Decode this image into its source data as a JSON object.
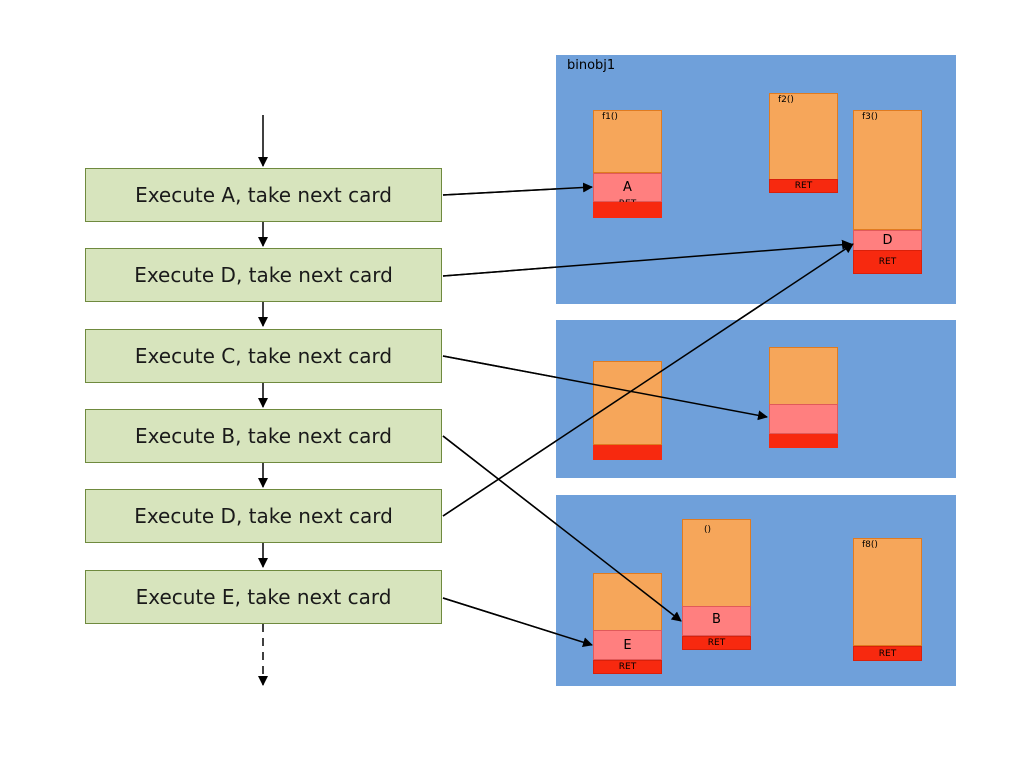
{
  "cards": [
    {
      "text": "Execute A, take next card"
    },
    {
      "text": "Execute D, take next card"
    },
    {
      "text": "Execute C, take next card"
    },
    {
      "text": "Execute B, take next card"
    },
    {
      "text": "Execute D, take next card"
    },
    {
      "text": "Execute E, take next card"
    }
  ],
  "panels": [
    {
      "title": "binobj1"
    },
    {
      "title": ""
    },
    {
      "title": ""
    }
  ],
  "functions": {
    "f1": {
      "label": "f1()",
      "marker": "A",
      "ret": "RET"
    },
    "f2": {
      "label": "f2()",
      "ret": "RET"
    },
    "f3": {
      "label": "f3()",
      "marker": "D",
      "ret": "RET"
    },
    "p2a": {},
    "p2b": {},
    "p3a": {
      "marker": "E",
      "ret": "RET"
    },
    "p3b": {
      "label": "()",
      "marker": "B",
      "ret": "RET"
    },
    "f8": {
      "label": "f8()",
      "ret": "RET"
    }
  },
  "colors": {
    "card_fill": "#d7e4bd",
    "panel_fill": "#6fa0da",
    "function_body": "#f6a65a",
    "highlight": "#ff7f7f",
    "ret": "#f7290f"
  }
}
